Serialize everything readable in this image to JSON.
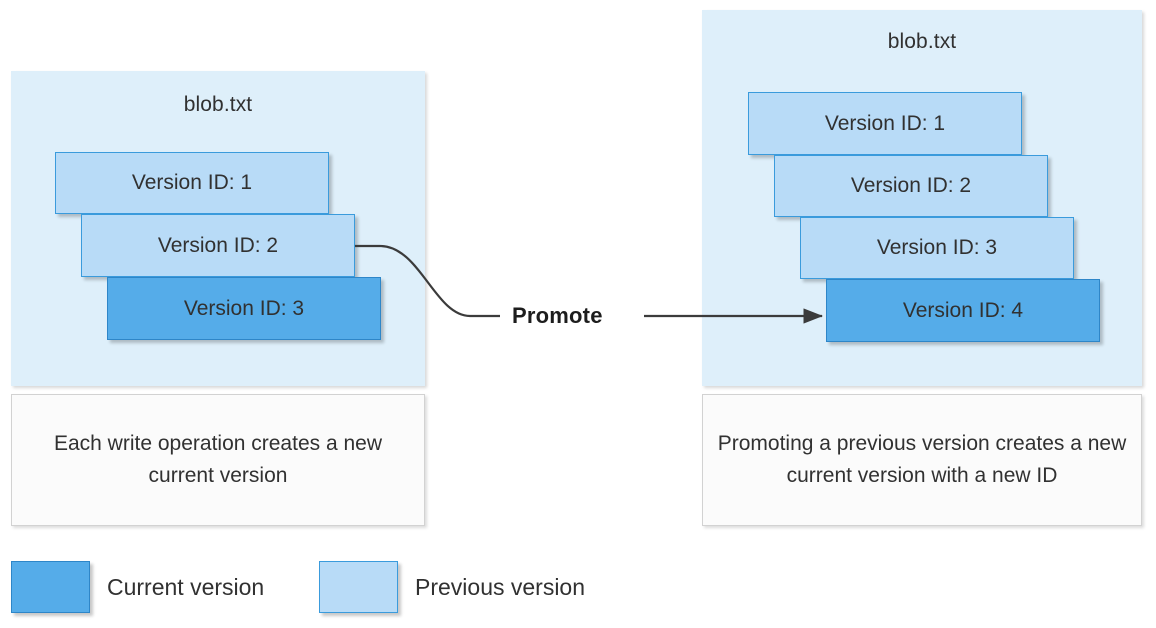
{
  "diagram": {
    "title_icon": "blob-file-icon",
    "left_panel": {
      "title": "blob.txt",
      "versions": [
        {
          "label": "Version ID: 1",
          "state": "previous"
        },
        {
          "label": "Version ID: 2",
          "state": "previous"
        },
        {
          "label": "Version ID: 3",
          "state": "current"
        }
      ],
      "caption": "Each write operation creates a new current version"
    },
    "right_panel": {
      "title": "blob.txt",
      "versions": [
        {
          "label": "Version ID: 1",
          "state": "previous"
        },
        {
          "label": "Version ID: 2",
          "state": "previous"
        },
        {
          "label": "Version ID: 3",
          "state": "previous"
        },
        {
          "label": "Version ID: 4",
          "state": "current"
        }
      ],
      "caption": "Promoting a previous version creates a new current version with a new ID"
    },
    "connector": {
      "label": "Promote",
      "from": "Version ID: 2",
      "to": "Version ID: 4",
      "arrow_icon": "arrow-right-icon"
    },
    "legend": {
      "items": [
        {
          "label": "Current version",
          "color": "#55ace9"
        },
        {
          "label": "Previous version",
          "color": "#b8dbf7"
        }
      ]
    },
    "colors": {
      "panel_background": "#deeffa",
      "current_version": "#55ace9",
      "current_version_border": "#2e86c8",
      "previous_version": "#b8dbf7",
      "previous_version_border": "#3a9bdc",
      "caption_background": "#fbfbfb",
      "caption_border": "#d2d2d2",
      "connector_line": "#3b3b3b",
      "text": "#313131"
    }
  }
}
